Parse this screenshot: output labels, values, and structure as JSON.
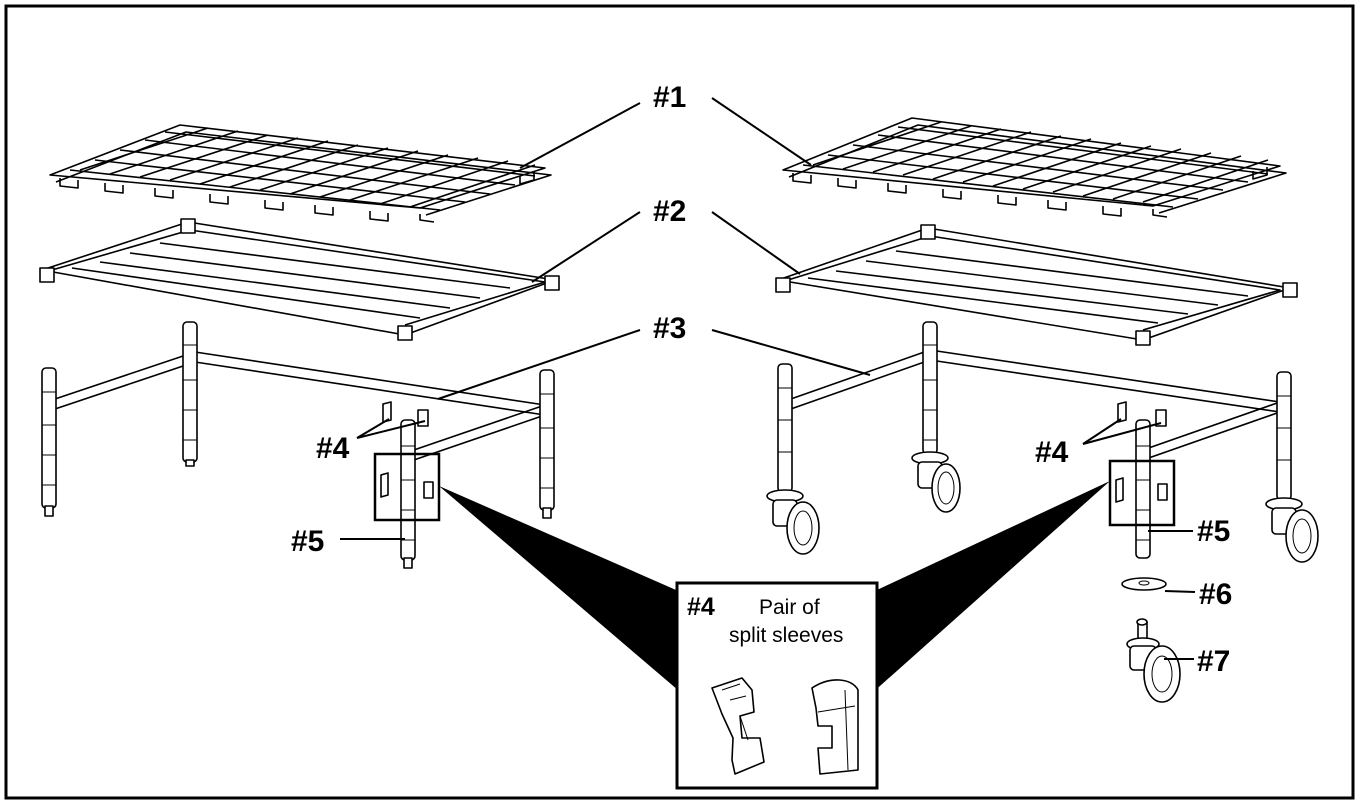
{
  "labels": {
    "l1": "#1",
    "l2": "#2",
    "l3": "#3",
    "l4a": "#4",
    "l4b": "#4",
    "l5a": "#5",
    "l5b": "#5",
    "l6": "#6",
    "l7": "#7"
  },
  "callout": {
    "number": "#4",
    "line1": "Pair of",
    "line2": "split sleeves"
  }
}
